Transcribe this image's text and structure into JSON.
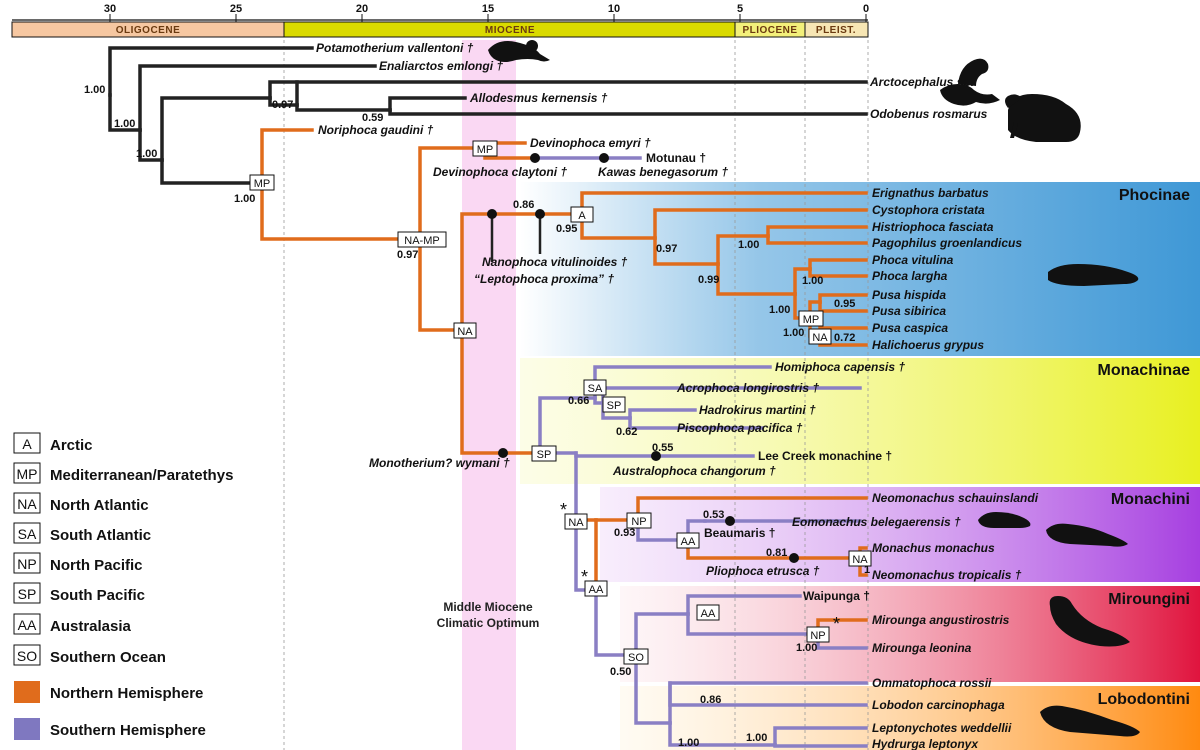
{
  "timescale": {
    "ticks": [
      "30",
      "25",
      "20",
      "15",
      "10",
      "5",
      "0"
    ],
    "epochs": [
      {
        "label": "OLIGOCENE",
        "color": "#f6c7a1"
      },
      {
        "label": "MIOCENE",
        "color": "#dada00"
      },
      {
        "label": "PLIOCENE",
        "color": "#f3f07a"
      },
      {
        "label": "PLEIST.",
        "color": "#f7e6b4"
      }
    ]
  },
  "colors": {
    "northern": "#e06c1c",
    "southern": "#8a7fc4",
    "outgroup": "#222222",
    "phocinae": "#3f98d6",
    "monachinae": "#e8f020",
    "monachini": "#a63fe0",
    "miroungini": "#e0143e",
    "lobodontini": "#ff8a10",
    "mmco": "#f6b8ea"
  },
  "event": {
    "line1": "Middle Miocene",
    "line2": "Climatic Optimum"
  },
  "clades": {
    "phocinae": "Phocinae",
    "monachinae": "Monachinae",
    "monachini": "Monachini",
    "miroungini": "Miroungini",
    "lobodontini": "Lobodontini"
  },
  "taxa": {
    "potamotherium": "Potamotherium vallentoni †",
    "enaliarctos": "Enaliarctos emlongi †",
    "arctocephalus": "Arctocephalus sp.",
    "allodesmus": "Allodesmus kernensis †",
    "odobenus": "Odobenus rosmarus",
    "noriphoca": "Noriphoca gaudini †",
    "devinophoca_emyri": "Devinophoca emyri †",
    "devinophoca_claytoni": "Devinophoca claytoni †",
    "motunau": "Motunau †",
    "kawas": "Kawas benegasorum †",
    "erignathus": "Erignathus barbatus",
    "cystophora": "Cystophora cristata",
    "histriophoca": "Histriophoca fasciata",
    "pagophilus": "Pagophilus groenlandicus",
    "phoca_vitulina": "Phoca vitulina",
    "phoca_largha": "Phoca largha",
    "pusa_hispida": "Pusa hispida",
    "pusa_sibirica": "Pusa sibirica",
    "pusa_caspica": "Pusa caspica",
    "halichoerus": "Halichoerus grypus",
    "nanophoca": "Nanophoca vitulinoides †",
    "leptophoca": "“Leptophoca proxima” †",
    "homiphoca": "Homiphoca capensis †",
    "acrophoca": "Acrophoca longirostris †",
    "hadrokirus": "Hadrokirus martini †",
    "piscophoca": "Piscophoca pacifica †",
    "monotherium": "Monotherium? wymani †",
    "lee_creek": "Lee Creek monachine †",
    "australophoca": "Australophoca changorum †",
    "neomonachus_s": "Neomonachus schauinslandi",
    "eomonachus": "Eomonachus belegaerensis †",
    "beaumaris": "Beaumaris †",
    "monachus": "Monachus monachus",
    "pliophoca": "Pliophoca etrusca †",
    "neomonachus_t": "Neomonachus tropicalis †",
    "waipunga": "Waipunga †",
    "mirounga_a": "Mirounga angustirostris",
    "mirounga_l": "Mirounga leonina",
    "ommatophoca": "Ommatophoca rossii",
    "lobodon": "Lobodon carcinophaga",
    "leptonychotes": "Leptonychotes weddellii",
    "hydrurga": "Hydrurga leptonyx"
  },
  "support": {
    "s1": "1.00",
    "s2": "1.00",
    "s3": "1.00",
    "s4": "0.97",
    "s5": "0.59",
    "s6": "1.00",
    "s7": "0.97",
    "s8": "0.86",
    "s9": "0.95",
    "s10": "0.97",
    "s11": "1.00",
    "s12": "0.99",
    "s13": "1.00",
    "s14": "1.00",
    "s15": "0.95",
    "s16": "1.00",
    "s17": "0.72",
    "s18": "0.66",
    "s19": "0.62",
    "s20": "0.55",
    "s21": "0.93",
    "s22": "0.53",
    "s23": "0.81",
    "s24": "1",
    "s25": "1.00",
    "s26": "0.50",
    "s27": "0.86",
    "s28": "1.00",
    "s29": "1.00",
    "star1": "*",
    "star2": "*",
    "star3": "*"
  },
  "nodes": {
    "mp_root": "MP",
    "na_mp": "NA-MP",
    "na_main": "NA",
    "mp_dev": "MP",
    "a_phoc": "A",
    "mp_pusa": "MP",
    "na_pusa": "NA",
    "sa": "SA",
    "sp_inner": "SP",
    "sp": "SP",
    "na_mon": "NA",
    "np_mon": "NP",
    "aa_mon": "AA",
    "na_monachus": "NA",
    "aa_low": "AA",
    "aa_mir": "AA",
    "np_mir": "NP",
    "so": "SO"
  },
  "legend": [
    {
      "code": "A",
      "label": "Arctic"
    },
    {
      "code": "MP",
      "label": "Mediterranean/Paratethys"
    },
    {
      "code": "NA",
      "label": "North Atlantic"
    },
    {
      "code": "SA",
      "label": "South Atlantic"
    },
    {
      "code": "NP",
      "label": "North Pacific"
    },
    {
      "code": "SP",
      "label": "South Pacific"
    },
    {
      "code": "AA",
      "label": "Australasia"
    },
    {
      "code": "SO",
      "label": "Southern Ocean"
    }
  ],
  "hemispheres": [
    {
      "label": "Northern Hemisphere",
      "color": "#e06c1c"
    },
    {
      "label": "Southern Hemisphere",
      "color": "#7f78c0"
    }
  ],
  "silhouettes": [
    "otter-silhouette",
    "fur-seal-silhouette",
    "walrus-silhouette",
    "harbor-seal-silhouette",
    "monk-seal-fossil-silhouette",
    "monk-seal-silhouette",
    "elephant-seal-silhouette",
    "leopard-seal-silhouette"
  ]
}
